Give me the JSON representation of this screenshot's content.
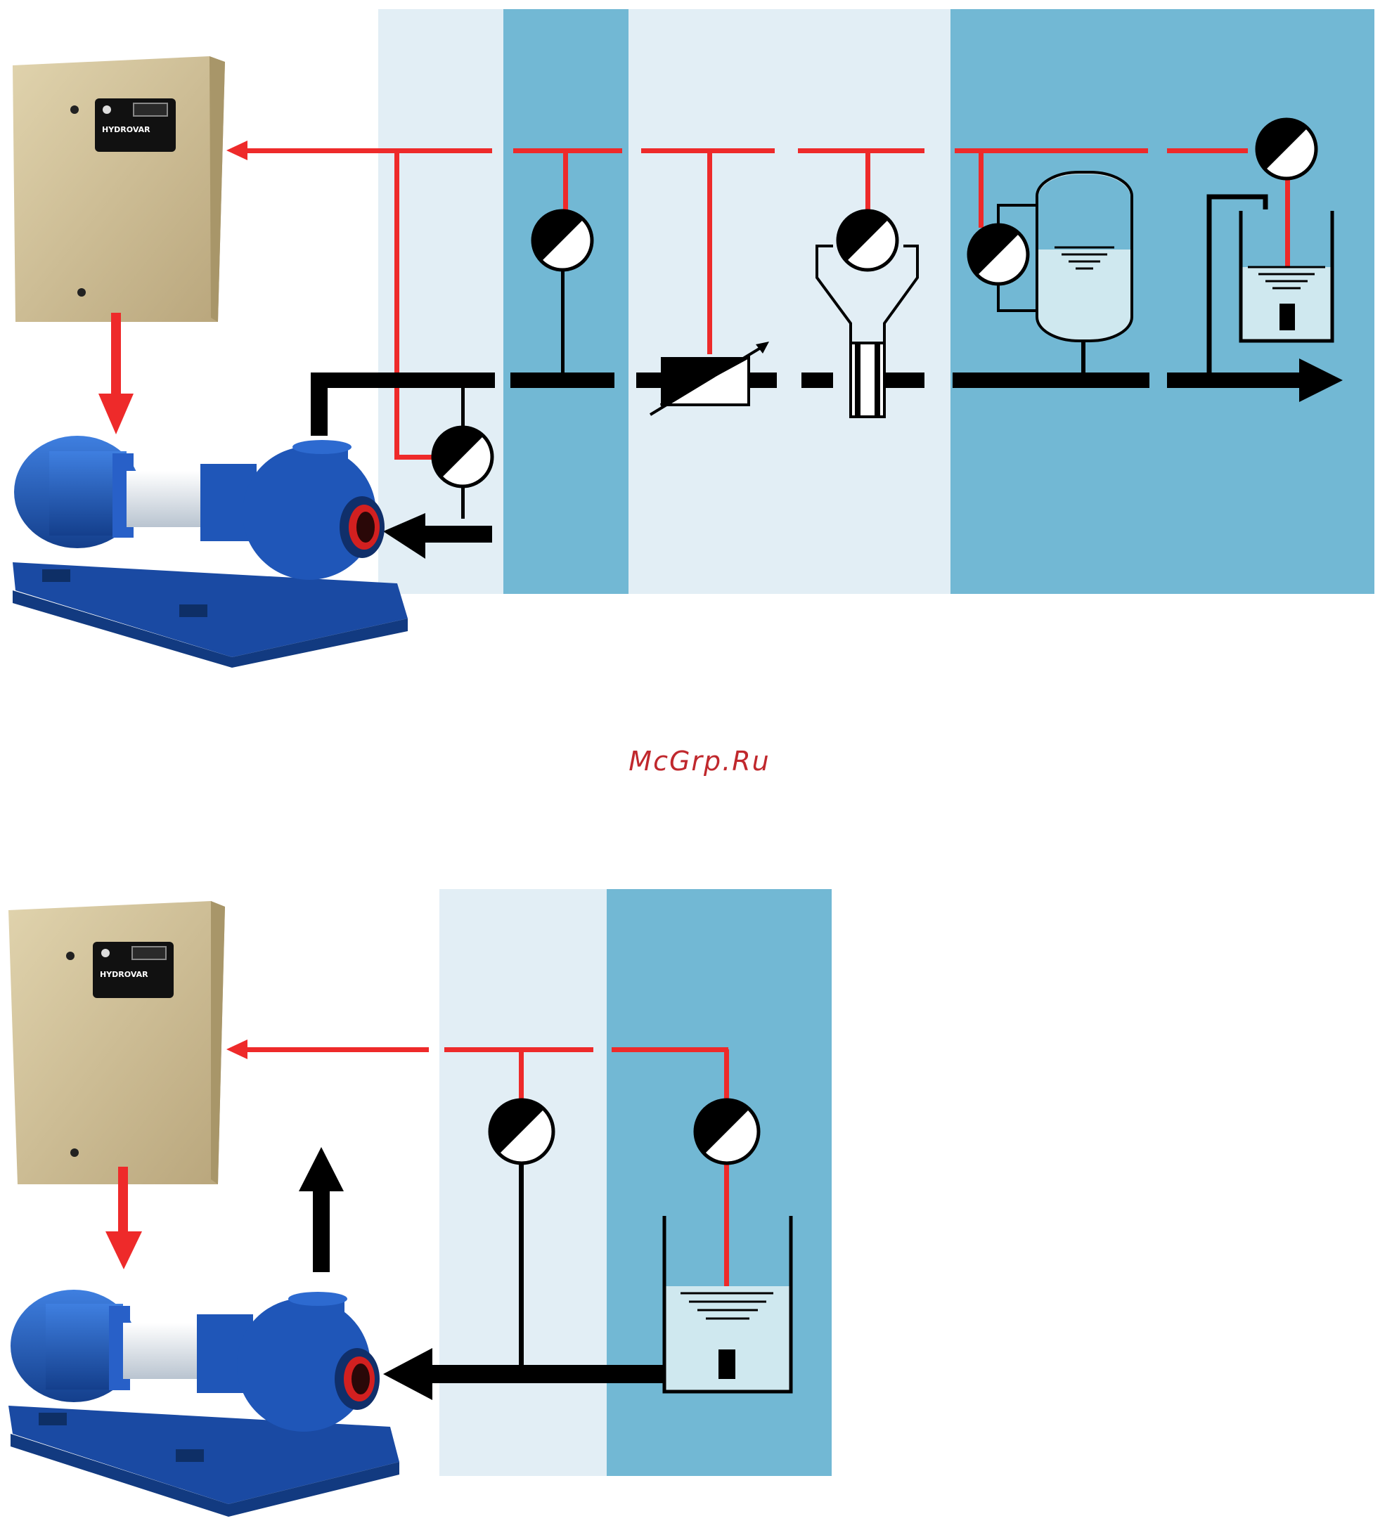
{
  "watermark": {
    "text": "McGrp.Ru"
  },
  "controller": {
    "brand_text": "HYDROVAR"
  },
  "colors": {
    "signal_line": "#ee2a2a",
    "pipe": "#000000",
    "panel_light": "#e2eef5",
    "panel_dark": "#72b8d4",
    "water": "#cfe8ef",
    "watermark": "#c0282d",
    "pump_body": "#1f56b8",
    "cabinet": "#d2c29a"
  },
  "diagrams": [
    {
      "id": "multi-sensor-control",
      "sensors": [
        "inlet-pressure",
        "line-pressure",
        "flow-valve",
        "differential-pressure",
        "tank-pressure",
        "tank-level"
      ]
    },
    {
      "id": "suction-control",
      "sensors": [
        "suction-pressure",
        "suction-tank-level"
      ]
    }
  ]
}
